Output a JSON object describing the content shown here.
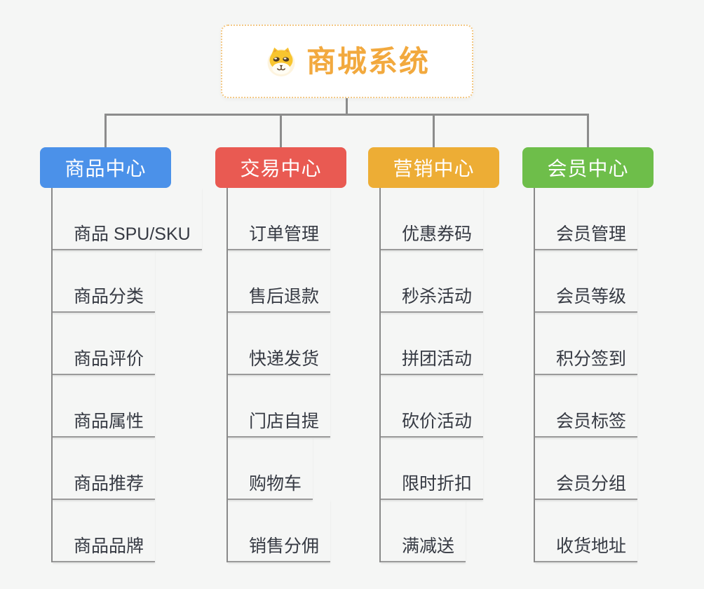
{
  "root": {
    "title": "商城系统",
    "icon": "dog-face-icon",
    "title_color": "#F2A93E",
    "border_color": "#F3C884"
  },
  "connector": {
    "color": "#8C8C8C",
    "underline_color": "#9A9A9A"
  },
  "branches": [
    {
      "label": "商品中心",
      "color": "#4B91E9",
      "items": [
        "商品 SPU/SKU",
        "商品分类",
        "商品评价",
        "商品属性",
        "商品推荐",
        "商品品牌"
      ]
    },
    {
      "label": "交易中心",
      "color": "#E95A52",
      "items": [
        "订单管理",
        "售后退款",
        "快递发货",
        "门店自提",
        "购物车",
        "销售分佣"
      ]
    },
    {
      "label": "营销中心",
      "color": "#EDAD35",
      "items": [
        "优惠券码",
        "秒杀活动",
        "拼团活动",
        "砍价活动",
        "限时折扣",
        "满减送"
      ]
    },
    {
      "label": "会员中心",
      "color": "#6EBE4A",
      "items": [
        "会员管理",
        "会员等级",
        "积分签到",
        "会员标签",
        "会员分组",
        "收货地址"
      ]
    }
  ]
}
